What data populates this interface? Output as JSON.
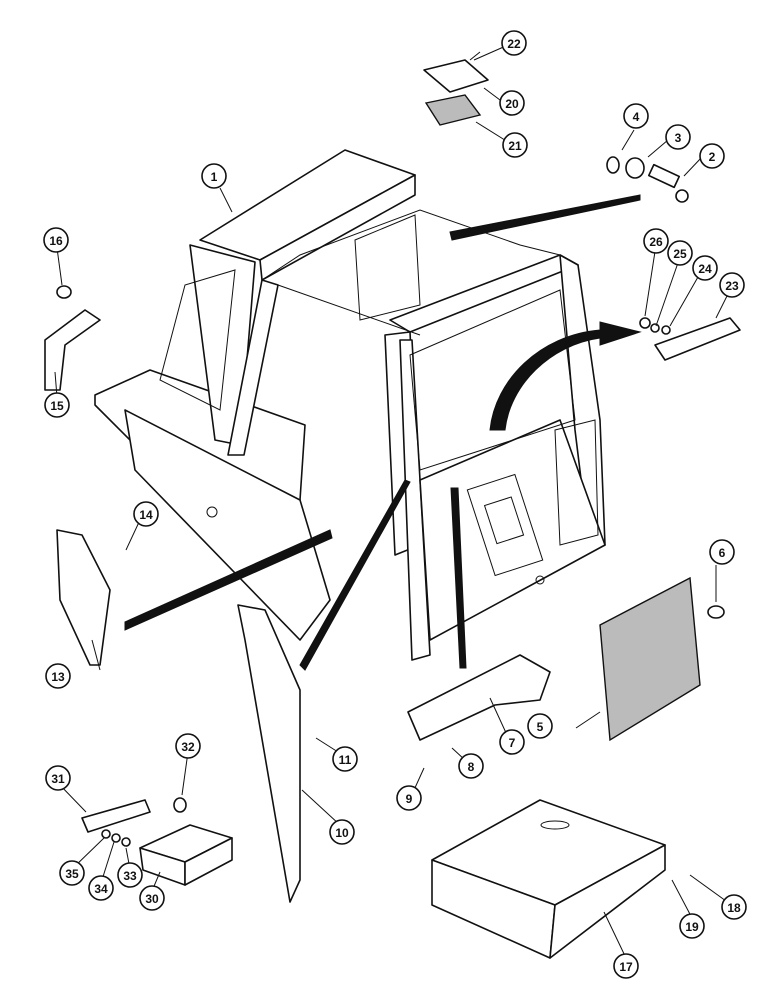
{
  "diagram": {
    "callouts": [
      {
        "label": "1"
      },
      {
        "label": "2"
      },
      {
        "label": "3"
      },
      {
        "label": "4"
      },
      {
        "label": "5"
      },
      {
        "label": "6"
      },
      {
        "label": "7"
      },
      {
        "label": "8"
      },
      {
        "label": "9"
      },
      {
        "label": "10"
      },
      {
        "label": "11"
      },
      {
        "label": "13"
      },
      {
        "label": "14"
      },
      {
        "label": "15"
      },
      {
        "label": "16"
      },
      {
        "label": "17"
      },
      {
        "label": "18"
      },
      {
        "label": "19"
      },
      {
        "label": "20"
      },
      {
        "label": "21"
      },
      {
        "label": "22"
      },
      {
        "label": "23"
      },
      {
        "label": "24"
      },
      {
        "label": "25"
      },
      {
        "label": "26"
      },
      {
        "label": "30"
      },
      {
        "label": "31"
      },
      {
        "label": "32"
      },
      {
        "label": "33"
      },
      {
        "label": "34"
      },
      {
        "label": "35"
      }
    ]
  }
}
